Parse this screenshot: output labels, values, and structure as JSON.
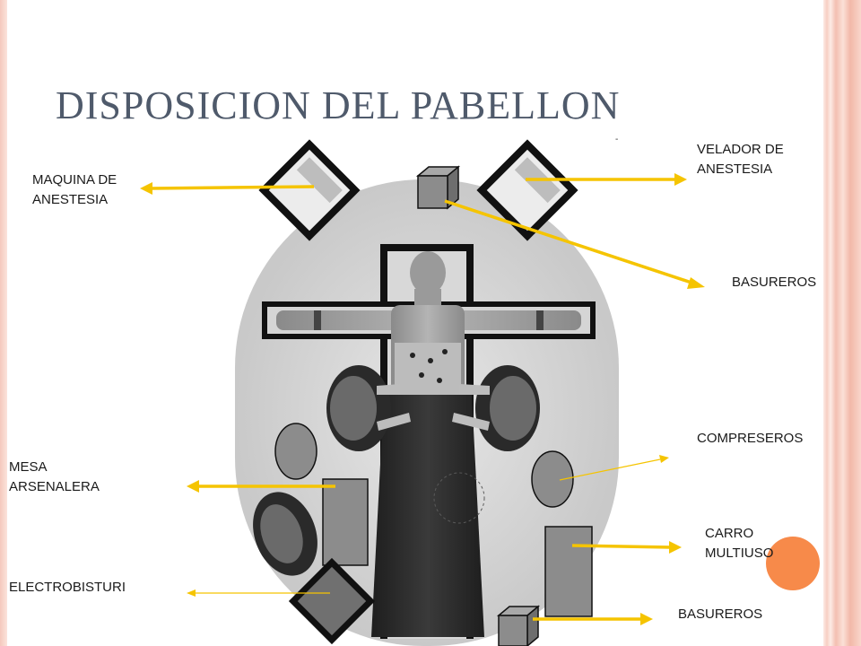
{
  "title": "DISPOSICION DEL PABELLON",
  "labels": {
    "maquina_anestesia": [
      "MAQUINA  DE",
      "ANESTESIA"
    ],
    "velador_anestesia": [
      "VELADOR DE",
      "ANESTESIA"
    ],
    "basureros_top": "BASUREROS",
    "compreseros": "COMPRESEROS",
    "mesa_arsenalera": [
      "MESA",
      "ARSENALERA"
    ],
    "carro_multiuso": [
      "CARRO",
      "MULTIUSO"
    ],
    "electrobisturi": "ELECTROBISTURI",
    "basureros_bottom": "BASUREROS"
  },
  "colors": {
    "arrow": "#f5c400",
    "title": "#4f5a6b",
    "accent_dot": "#f78a4a",
    "furniture": "#8c8c8c"
  },
  "mark": "-"
}
